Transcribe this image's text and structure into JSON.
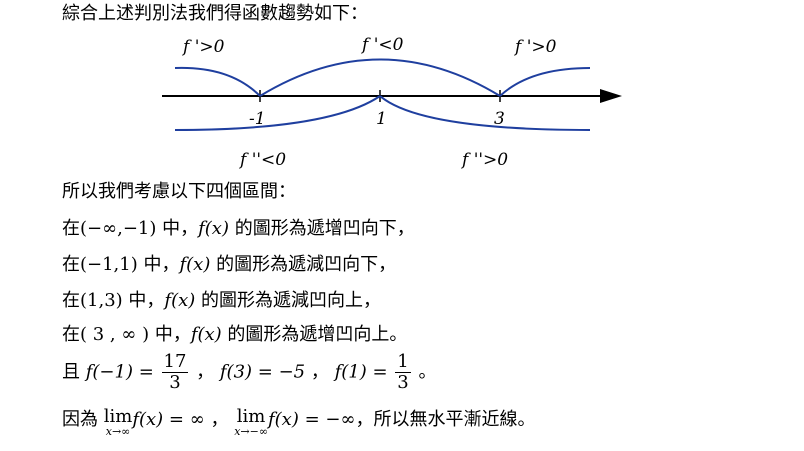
{
  "heading": "綜合上述判別法我們得函數趨勢如下：",
  "diagram": {
    "first_derivative_labels": [
      "f '>0",
      "f '<0",
      "f '>0"
    ],
    "second_derivative_labels": [
      "f ''<0",
      "f ''>0"
    ],
    "points": [
      "-1",
      "1",
      "3"
    ],
    "curve_color": "#1f3f9f"
  },
  "intro": "所以我們考慮以下四個區間：",
  "intervals": [
    {
      "prefix": "在",
      "interval": "(−∞,−1)",
      "mid": " 中，",
      "func": "f(x)",
      "desc": " 的圖形為遞增凹向下，"
    },
    {
      "prefix": "在",
      "interval": "(−1,1)",
      "mid": " 中，",
      "func": "f(x)",
      "desc": " 的圖形為遞減凹向下，"
    },
    {
      "prefix": "在",
      "interval": "(1,3)",
      "mid": " 中，",
      "func": "f(x)",
      "desc": " 的圖形為遞減凹向上，"
    },
    {
      "prefix": "在",
      "interval": "( 3 , ∞ )",
      "mid": " 中，",
      "func": "f(x)",
      "desc": " 的圖形為遞增凹向上。"
    }
  ],
  "values_line": {
    "prefix": "且 ",
    "f_neg1_lhs": "f(−1) =",
    "f_neg1_num": "17",
    "f_neg1_den": "3",
    "sep1": "，",
    "f3": "f(3) = −5",
    "sep2": "，",
    "f1_lhs": "f(1) =",
    "f1_num": "1",
    "f1_den": "3",
    "end": "。"
  },
  "asymptote_line": {
    "prefix": "因為 ",
    "lim1_word": "lim",
    "lim1_sub": "x→∞",
    "lim1_expr": "f(x) = ∞",
    "sep": "，",
    "lim2_word": "lim",
    "lim2_sub": "x→−∞",
    "lim2_expr": "f(x) = −∞",
    "suffix": "，所以無水平漸近線。"
  }
}
